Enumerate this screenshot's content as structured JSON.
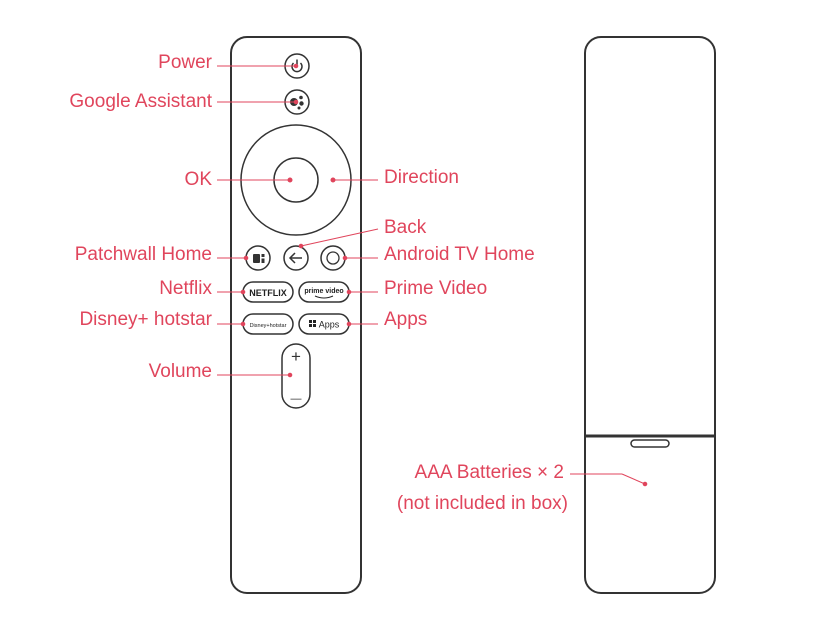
{
  "colors": {
    "label": "#e0455c",
    "outline": "#333333",
    "background": "#ffffff"
  },
  "labels": {
    "power": "Power",
    "google_assistant": "Google Assistant",
    "ok": "OK",
    "direction": "Direction",
    "back": "Back",
    "patchwall_home": "Patchwall Home",
    "android_tv_home": "Android TV Home",
    "netflix": "Netflix",
    "prime_video": "Prime Video",
    "disney_hotstar": "Disney+ hotstar",
    "apps": "Apps",
    "volume": "Volume",
    "batteries_line1": "AAA Batteries × 2",
    "batteries_line2": "(not included in box)"
  },
  "buttons": {
    "netflix": "NETFLIX",
    "prime": "prime video",
    "disney": "Disney+hotstar",
    "apps": "Apps",
    "vol_plus": "+",
    "vol_minus": "—"
  },
  "icons": [
    "power-icon",
    "google-assistant-icon",
    "patchwall-home-icon",
    "back-arrow-icon",
    "android-tv-home-icon",
    "apps-grid-icon"
  ]
}
